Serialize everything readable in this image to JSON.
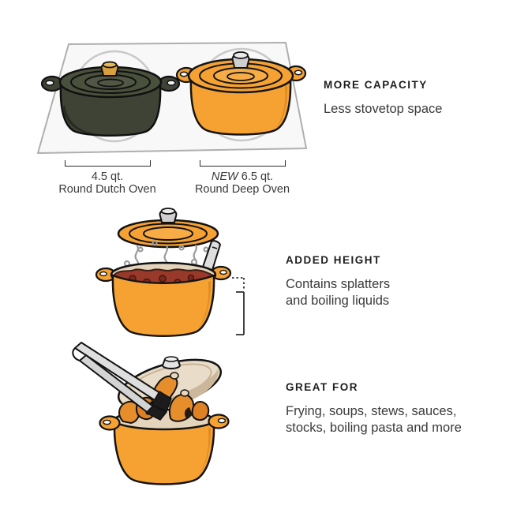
{
  "sections": [
    {
      "heading": "MORE CAPACITY",
      "lines": [
        "Less stovetop space"
      ]
    },
    {
      "heading": "ADDED HEIGHT",
      "lines": [
        "Contains splatters",
        "and boiling liquids"
      ]
    },
    {
      "heading": "GREAT FOR",
      "lines": [
        "Frying, soups, stews, sauces,",
        "stocks, boiling pasta and more"
      ]
    }
  ],
  "pot_labels": {
    "left": {
      "qty": "4.5 qt.",
      "name": "Round Dutch Oven"
    },
    "right": {
      "new_tag": "NEW",
      "qty": "6.5 qt.",
      "name": "Round Deep Oven"
    }
  },
  "illustrations": {
    "top": "two-round-ovens-on-stovetop",
    "middle": "steaming-pot-with-ladle-and-height-measure",
    "bottom": "pot-with-tongs-lid-and-food"
  },
  "colors": {
    "accent_orange": "#F5A233",
    "accent_orange_light": "#F7AC45",
    "dark_oven": "#3E4336",
    "dark_oven_lid": "#49503C",
    "gold_knob": "#D7A13B",
    "silver_knob": "#CFCFCF",
    "sauce_red": "#98392A",
    "sauce_bubble": "#7C2A1D",
    "rim_beige": "#E4D4BC",
    "lid_beige": "#E9DCC8",
    "stovetop_gray": "#F8F8F8",
    "burner_gray": "#C9C9C9",
    "steam_gray": "#9B9B9B",
    "tong_silver": "#DEDEDE",
    "food_orange": "#E78E2C",
    "heading_text": "#1E1E1E",
    "body_text": "#3A3A3A"
  }
}
